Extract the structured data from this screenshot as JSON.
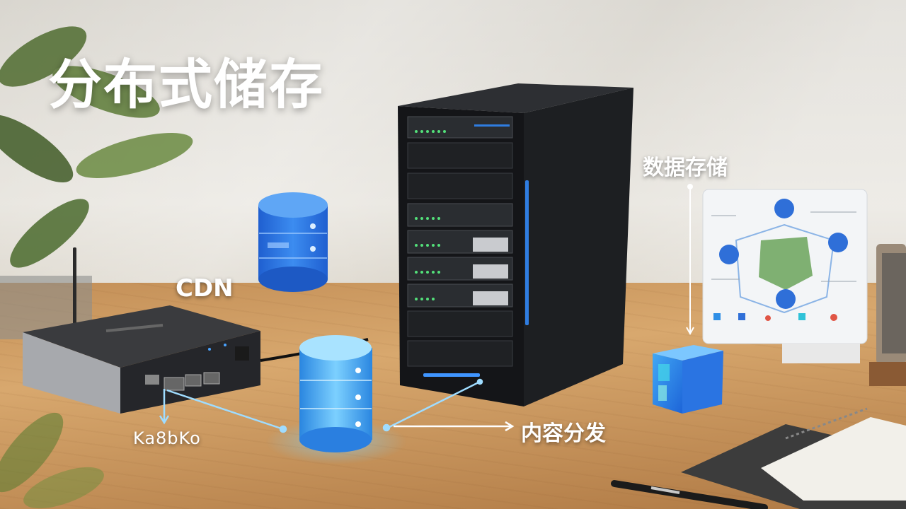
{
  "title": "分布式储存",
  "labels": {
    "cdn": "CDN",
    "data_storage": "数据存储",
    "content_distribution": "内容分发",
    "device_code": "Ka8bKo"
  },
  "colors": {
    "accent_blue": "#2f7de1",
    "light_blue": "#8fd3ff",
    "wood": "#c99a63",
    "wall": "#e3e0d9"
  }
}
